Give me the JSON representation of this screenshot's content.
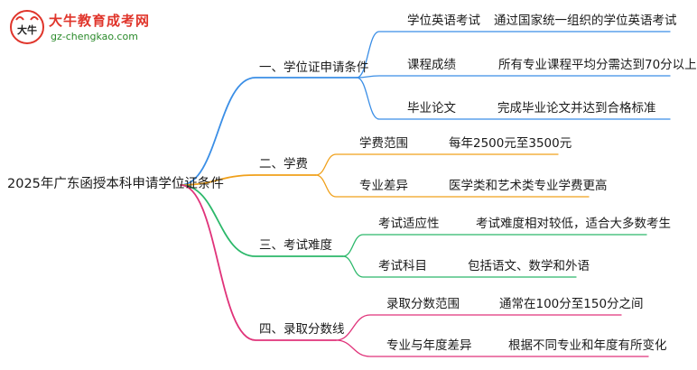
{
  "logo": {
    "title": "大牛教育成考网",
    "url": "gz-chengkao.com",
    "mark_text": "大牛"
  },
  "root": {
    "label": "2025年广东函授本科申请学位证条件"
  },
  "branches": [
    {
      "label": "一、学位证申请条件",
      "color": "#3a8ee6",
      "children": [
        {
          "key": "学位英语考试",
          "value": "通过国家统一组织的学位英语考试"
        },
        {
          "key": "课程成绩",
          "value": "所有专业课程平均分需达到70分以上"
        },
        {
          "key": "毕业论文",
          "value": "完成毕业论文并达到合格标准"
        }
      ]
    },
    {
      "label": "二、学费",
      "color": "#f0a01a",
      "children": [
        {
          "key": "学费范围",
          "value": "每年2500元至3500元"
        },
        {
          "key": "专业差异",
          "value": "医学类和艺术类专业学费更高"
        }
      ]
    },
    {
      "label": "三、考试难度",
      "color": "#2cb86a",
      "children": [
        {
          "key": "考试适应性",
          "value": "考试难度相对较低，适合大多数考生"
        },
        {
          "key": "考试科目",
          "value": "包括语文、数学和外语"
        }
      ]
    },
    {
      "label": "四、录取分数线",
      "color": "#e0337a",
      "children": [
        {
          "key": "录取分数范围",
          "value": "通常在100分至150分之间"
        },
        {
          "key": "专业与年度差异",
          "value": "根据不同专业和年度有所变化"
        }
      ]
    }
  ]
}
